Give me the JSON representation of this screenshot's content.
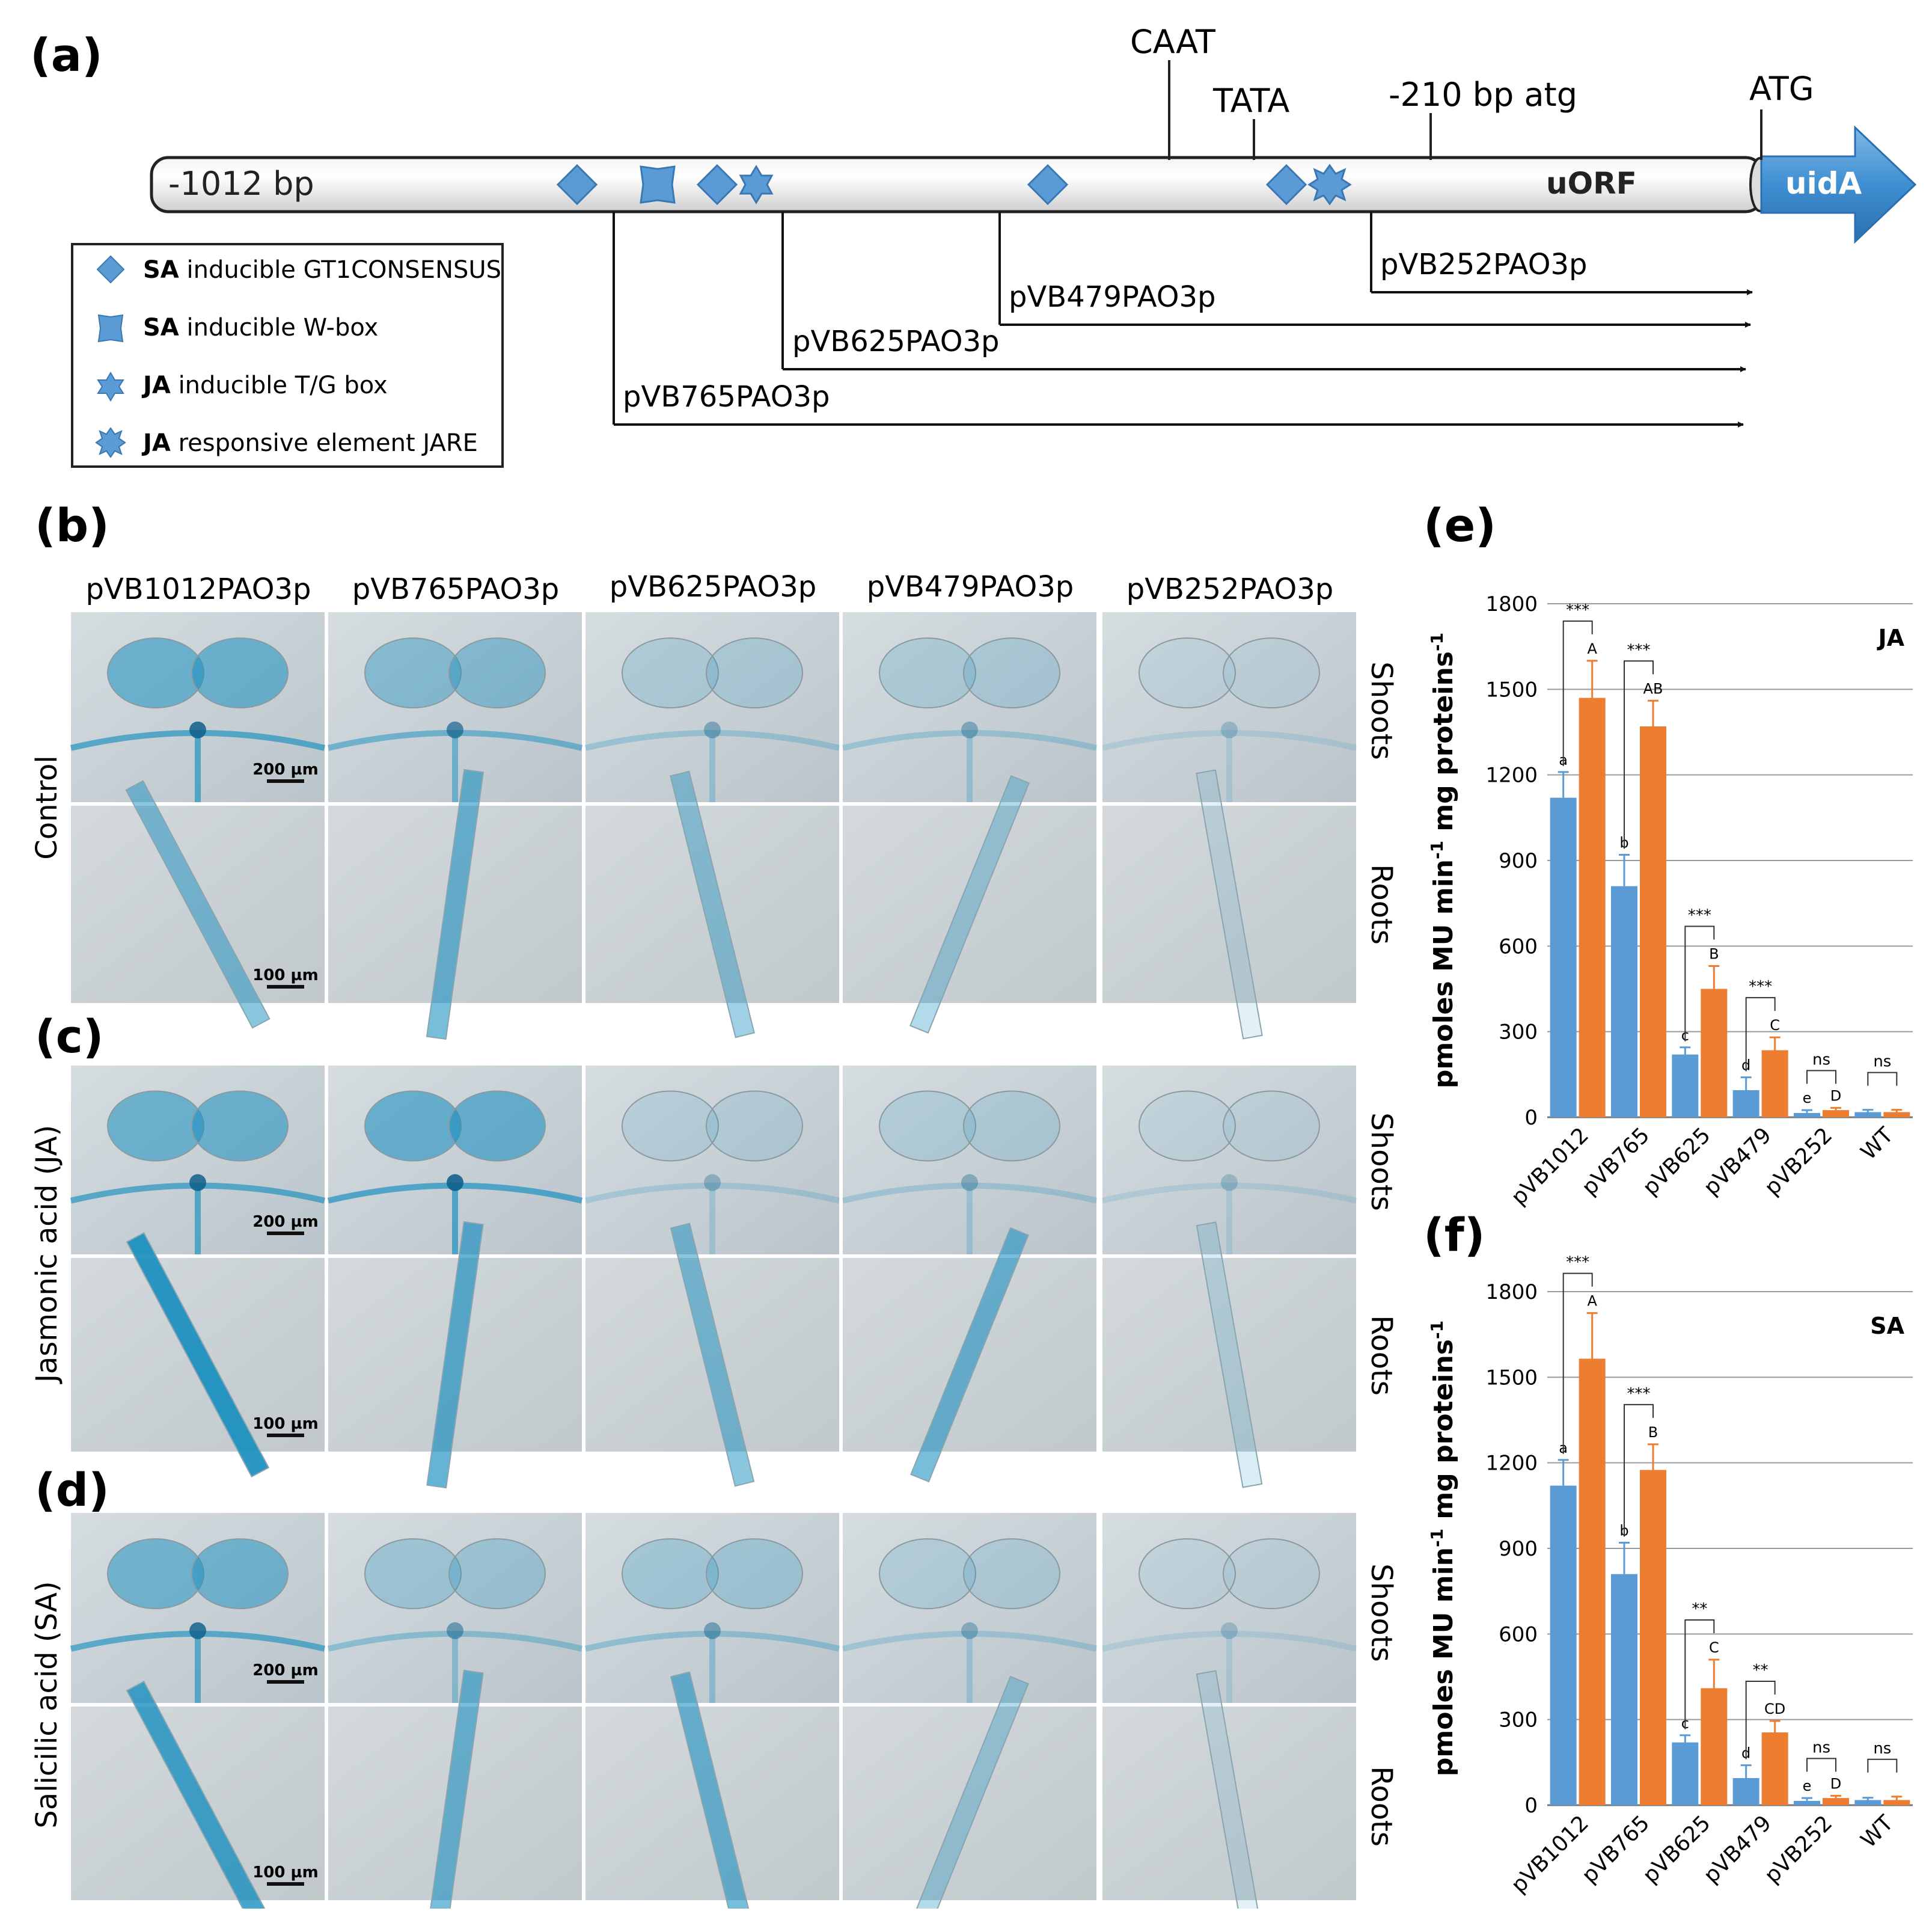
{
  "panel_a": {
    "label": "(a)",
    "start_label": "-1012 bp",
    "uorf_label": "uORF",
    "reporter_label": "uidA",
    "markers": {
      "caat": "CAAT",
      "tata": "TATA",
      "bp210": "-210 bp atg",
      "atg": "ATG"
    },
    "constructs": [
      "pVB252PAO3p",
      "pVB479PAO3p",
      "pVB625PAO3p",
      "pVB765PAO3p"
    ],
    "legend": [
      {
        "bold": "SA",
        "text": "inducible GT1CONSENSUS",
        "icon": "diamond-icon"
      },
      {
        "bold": "SA",
        "text": "inducible W-box",
        "icon": "four-point-star-icon"
      },
      {
        "bold": "JA",
        "text": "inducible T/G box",
        "icon": "six-point-star-icon"
      },
      {
        "bold": "JA",
        "text": "responsive element JARE",
        "icon": "eight-point-star-icon"
      }
    ]
  },
  "panel_b_label": "(b)",
  "panel_c_label": "(c)",
  "panel_d_label": "(d)",
  "columns": [
    "pVB1012PAO3p",
    "pVB765PAO3p",
    "pVB625PAO3p",
    "pVB479PAO3p",
    "pVB252PAO3p"
  ],
  "row_groups": [
    "Control",
    "Jasmonic acid (JA)",
    "Salicilic acid (SA)"
  ],
  "tissues": {
    "shoots": "Shoots",
    "roots": "Roots"
  },
  "scale_bars": {
    "shoots": "200 µm",
    "roots": "100 µm"
  },
  "colors": {
    "blue_series": "#5B9BD5",
    "orange_series": "#ED7D31",
    "gus_blue": "#1a8fc0"
  },
  "chart_data": [
    {
      "panel": "(e)",
      "type": "bar",
      "treatment_label": "JA",
      "ylabel": "pmoles MU min-1 mg proteins-1",
      "ylim": [
        0,
        1800
      ],
      "yticks": [
        0,
        300,
        600,
        900,
        1200,
        1500,
        1800
      ],
      "grid": true,
      "categories": [
        "pVB1012",
        "pVB765",
        "pVB625",
        "pVB479",
        "pVB252",
        "WT"
      ],
      "series": [
        {
          "values": [
            1120,
            810,
            220,
            95,
            15,
            18
          ],
          "errors": [
            90,
            110,
            25,
            45,
            10,
            8
          ],
          "letters": [
            "a",
            "b",
            "c",
            "d",
            "e",
            ""
          ]
        },
        {
          "values": [
            1470,
            1370,
            450,
            235,
            25,
            18
          ],
          "errors": [
            130,
            90,
            80,
            45,
            8,
            8
          ],
          "letters": [
            "A",
            "AB",
            "B",
            "C",
            "D",
            ""
          ]
        }
      ],
      "significance": [
        "***",
        "***",
        "***",
        "***",
        "ns",
        "ns"
      ]
    },
    {
      "panel": "(f)",
      "type": "bar",
      "treatment_label": "SA",
      "ylabel": "pmoles MU min-1 mg proteins-1",
      "ylim": [
        0,
        1800
      ],
      "yticks": [
        0,
        300,
        600,
        900,
        1200,
        1500,
        1800
      ],
      "grid": true,
      "categories": [
        "pVB1012",
        "pVB765",
        "pVB625",
        "pVB479",
        "pVB252",
        "WT"
      ],
      "series": [
        {
          "values": [
            1120,
            810,
            220,
            95,
            15,
            18
          ],
          "errors": [
            90,
            110,
            25,
            45,
            10,
            8
          ],
          "letters": [
            "a",
            "b",
            "c",
            "d",
            "e",
            ""
          ]
        },
        {
          "values": [
            1565,
            1175,
            410,
            255,
            25,
            18
          ],
          "errors": [
            160,
            90,
            100,
            40,
            8,
            12
          ],
          "letters": [
            "A",
            "B",
            "C",
            "CD",
            "D",
            ""
          ]
        }
      ],
      "significance": [
        "***",
        "***",
        "**",
        "**",
        "ns",
        "ns"
      ]
    }
  ]
}
